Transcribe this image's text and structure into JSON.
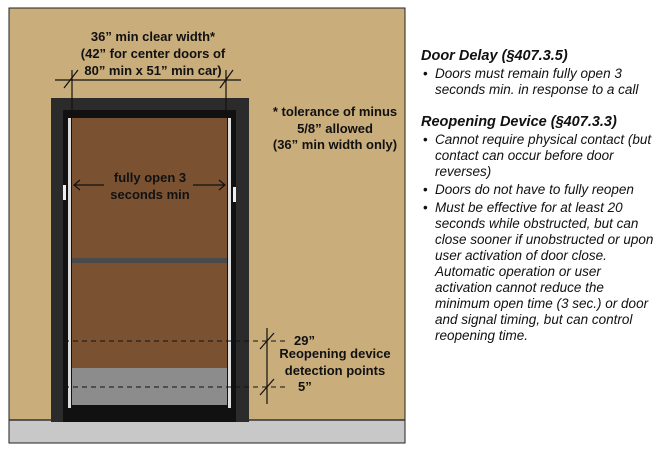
{
  "diagram": {
    "width_label": [
      "36” min clear width*",
      "(42” for center doors of",
      "80” min x 51” min car)"
    ],
    "tolerance_label": [
      "* tolerance of minus",
      "5/8” allowed",
      "(36” min width only)"
    ],
    "open_label": [
      "fully open 3",
      "seconds min"
    ],
    "height_29": "29”",
    "height_5": "5”",
    "detection_label": [
      "Reopening device",
      "detection points"
    ],
    "colors": {
      "wall": "#c9ad7b",
      "door_interior": "#7a5232",
      "frame": "#2b2b2b",
      "floor": "#c8c8c8",
      "car_floor": "#8c8c8c"
    }
  },
  "notes": {
    "door_delay": {
      "title": "Door Delay (§407.3.5)",
      "items": [
        "Doors must remain fully open 3 seconds min. in response to a call"
      ]
    },
    "reopening_device": {
      "title": "Reopening Device (§407.3.3)",
      "items": [
        "Cannot require physical contact (but contact can occur before door reverses)",
        "Doors do not have to fully reopen",
        "Must be effective for at least 20 seconds while obstructed, but can close sooner if unobstructed or upon user activation of door close."
      ],
      "extra": "Automatic operation or user activation cannot reduce the minimum open time (3 sec.) or door and signal timing, but can control reopening time."
    }
  }
}
